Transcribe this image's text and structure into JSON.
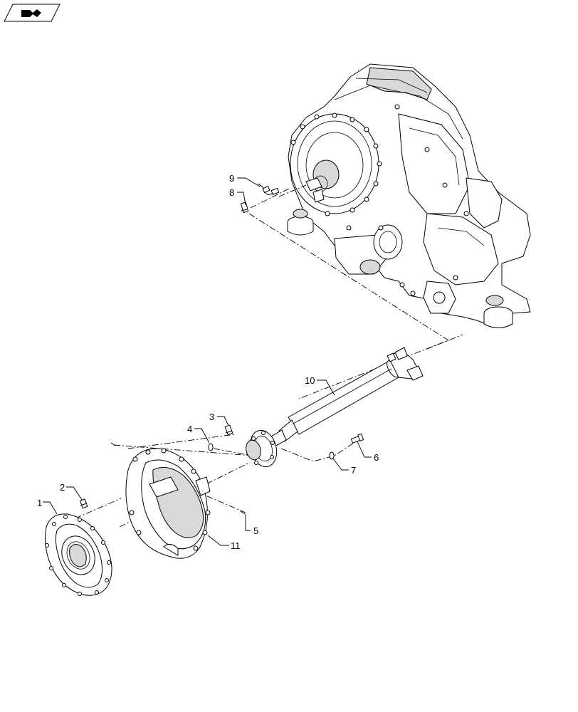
{
  "badge": {
    "icon": "book-arrow-icon"
  },
  "callouts": [
    {
      "id": "c1",
      "label": "1"
    },
    {
      "id": "c2",
      "label": "2"
    },
    {
      "id": "c3",
      "label": "3"
    },
    {
      "id": "c4",
      "label": "4"
    },
    {
      "id": "c5",
      "label": "5"
    },
    {
      "id": "c6",
      "label": "6"
    },
    {
      "id": "c7",
      "label": "7"
    },
    {
      "id": "c8",
      "label": "8"
    },
    {
      "id": "c9",
      "label": "9"
    },
    {
      "id": "c10",
      "label": "10"
    },
    {
      "id": "c11",
      "label": "11"
    }
  ]
}
